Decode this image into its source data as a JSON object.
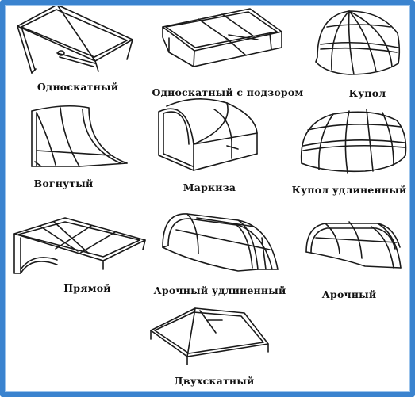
{
  "canopies": [
    {
      "id": "single-pitch",
      "label": "Односкатный"
    },
    {
      "id": "single-pitch-valance",
      "label": "Односкатный с подзором"
    },
    {
      "id": "dome",
      "label": "Купол"
    },
    {
      "id": "concave",
      "label": "Вогнутый"
    },
    {
      "id": "awning",
      "label": "Маркиза"
    },
    {
      "id": "elongated-dome",
      "label": "Купол удлиненный"
    },
    {
      "id": "straight",
      "label": "Прямой"
    },
    {
      "id": "elongated-arch",
      "label": "Арочный удлиненный"
    },
    {
      "id": "arch",
      "label": "Арочный"
    },
    {
      "id": "gable",
      "label": "Двухскатный"
    }
  ],
  "colors": {
    "frame": "#3a83cf",
    "ink": "#1a1a1a"
  }
}
